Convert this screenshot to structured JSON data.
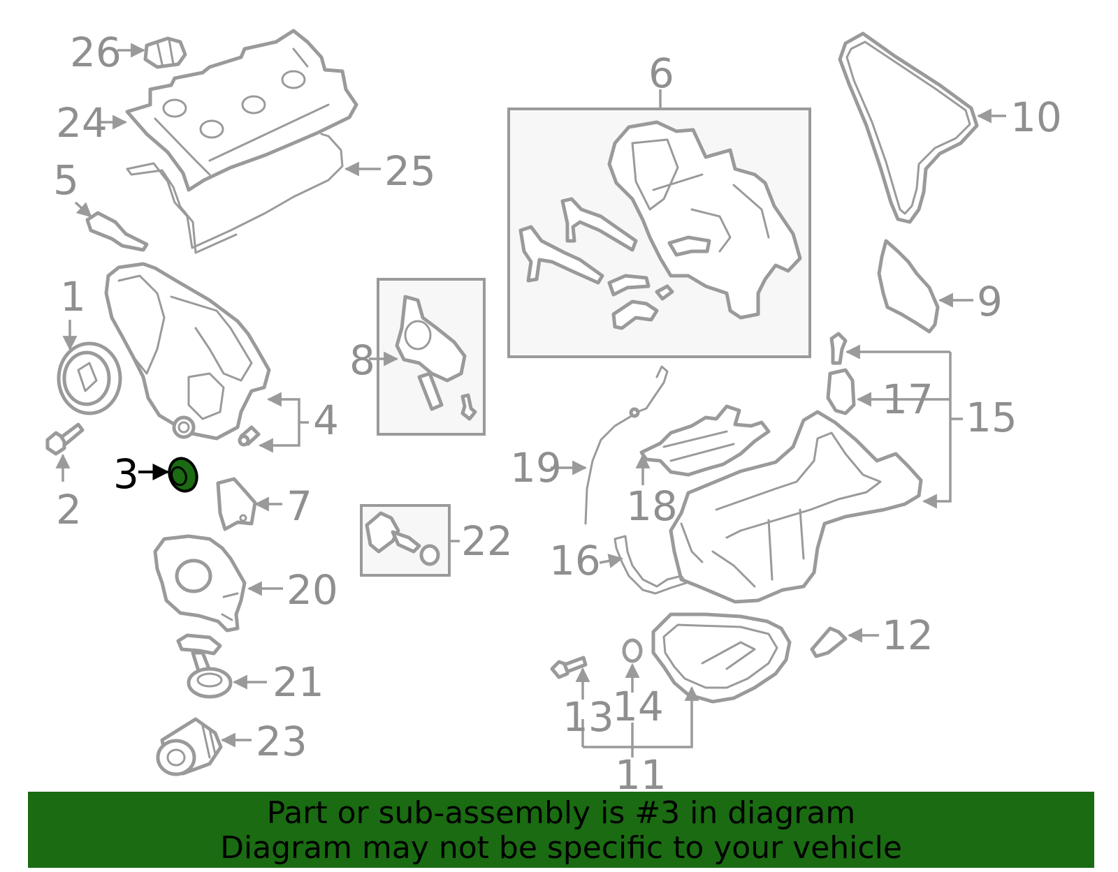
{
  "diagram": {
    "highlight_color": "#1a6b12",
    "highlighted_callout": "3",
    "callouts": [
      "1",
      "2",
      "3",
      "4",
      "5",
      "6",
      "7",
      "8",
      "9",
      "10",
      "11",
      "12",
      "13",
      "14",
      "15",
      "16",
      "17",
      "18",
      "19",
      "20",
      "21",
      "22",
      "23",
      "24",
      "25",
      "26"
    ]
  },
  "banner": {
    "line1": "Part or sub-assembly is #3 in diagram",
    "line2": "Diagram may not be specific to your vehicle",
    "background": "#1a6b12"
  }
}
